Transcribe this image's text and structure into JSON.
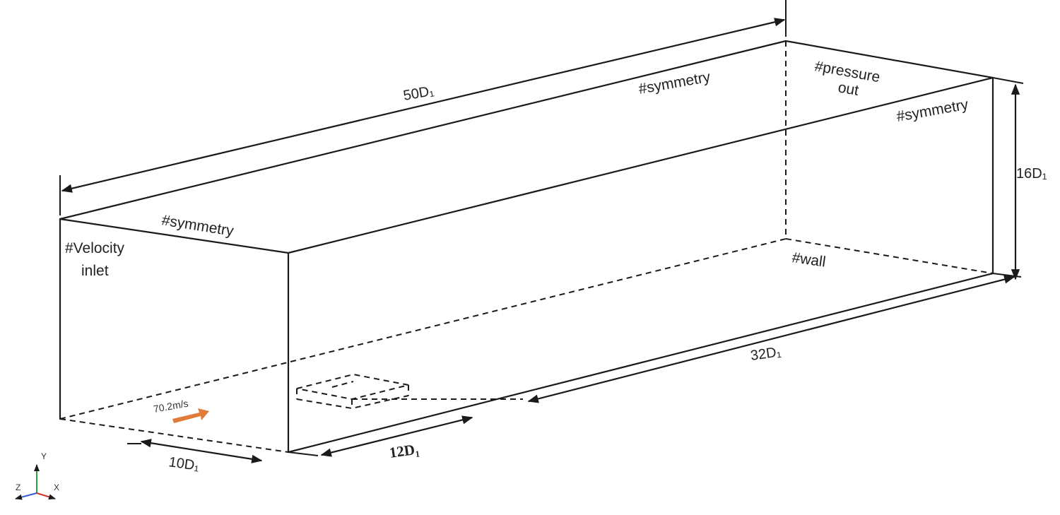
{
  "labels": {
    "velocity_inlet_line1": "#Velocity",
    "velocity_inlet_line2": "inlet",
    "symmetry_front_top": "#symmetry",
    "symmetry_top": "#symmetry",
    "symmetry_right": "#symmetry",
    "pressure_out_line1": "#pressure",
    "pressure_out_line2": "out",
    "wall": "#wall"
  },
  "dimensions": {
    "length_total": "50D₁",
    "height": "16D₁",
    "width_main": "32D₁",
    "width_inlet": "10D₁",
    "offset": "12D₁"
  },
  "flow": {
    "speed": "70.2m/s",
    "arrow_color": "#e07b39"
  },
  "axes": {
    "x": "X",
    "y": "Y",
    "z": "Z",
    "x_color": "#d0312d",
    "y_color": "#2e9e3a",
    "z_color": "#2f5fd0"
  }
}
